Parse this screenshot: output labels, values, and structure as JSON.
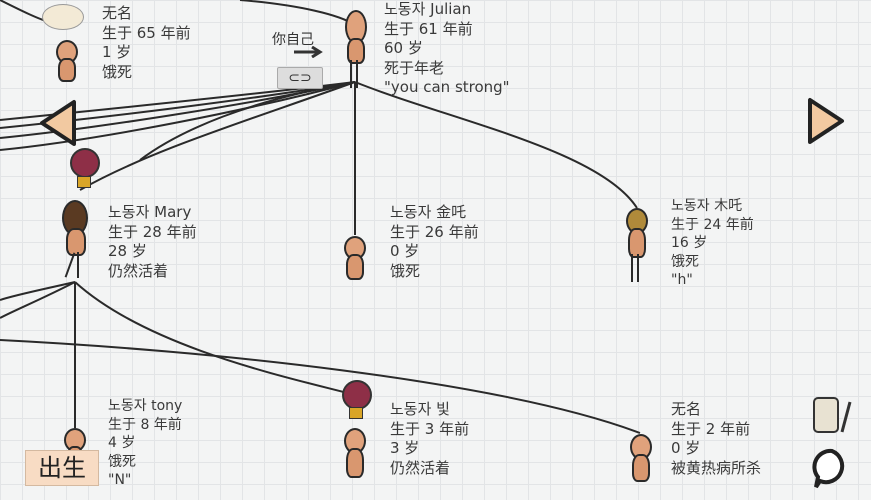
{
  "you_label": "你自己",
  "link_icon": "link-icon",
  "birth_button": "出生",
  "people": [
    {
      "lines": [
        "无名",
        "生于 65 年前",
        "1 岁",
        "饿死"
      ]
    },
    {
      "lines": [
        "노동자 Julian",
        "生于 61 年前",
        "60 岁",
        "死于年老",
        "\"you can strong\""
      ]
    },
    {
      "lines": [
        "노동자 Mary",
        "生于 28 年前",
        "28 岁",
        "仍然活着"
      ]
    },
    {
      "lines": [
        "노동자 金吒",
        "生于 26 年前",
        "0 岁",
        "饿死"
      ]
    },
    {
      "lines": [
        "노동자 木吒",
        "生于 24 年前",
        "16 岁",
        "饿死",
        "\"h\""
      ]
    },
    {
      "lines": [
        "노동자 tony",
        "生于 8 年前",
        "4 岁",
        "饿死",
        "\"N\""
      ]
    },
    {
      "lines": [
        "노동자 빛",
        "生于 3 年前",
        "3 岁",
        "仍然活着"
      ]
    },
    {
      "lines": [
        "无名",
        "生于 2 年前",
        "0 岁",
        "被黄热病所杀"
      ]
    }
  ],
  "colors": {
    "grid": "#e2e4e6",
    "birth_button": "#f8dcc4",
    "line": "#2a2a2a",
    "arrow": "#f2c9a1"
  }
}
